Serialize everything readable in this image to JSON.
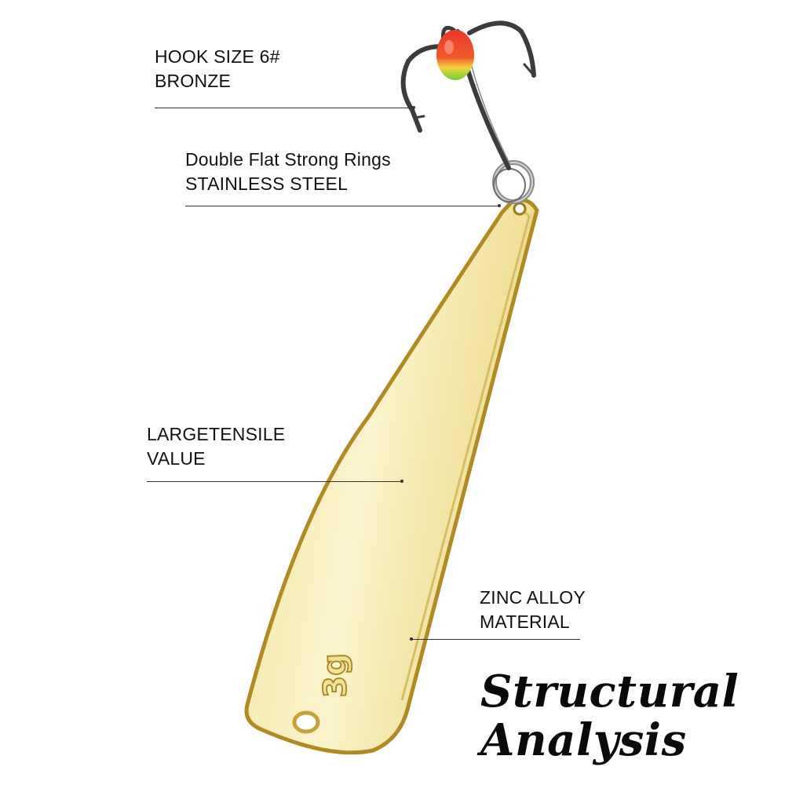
{
  "callouts": [
    {
      "line1": "HOOK SIZE 6#",
      "line2": "BRONZE"
    },
    {
      "line1": "Double Flat Strong Rings",
      "line2": "STAINLESS STEEL"
    },
    {
      "line1": "LARGETENSILE",
      "line2": "VALUE"
    },
    {
      "line1": "ZINC ALLOY",
      "line2": "MATERIAL"
    }
  ],
  "engraving": "3g",
  "title": {
    "line1": "Structural",
    "line2": "Analysis"
  },
  "icons": [
    "treble-hook-icon",
    "split-ring-icon",
    "metal-spoon-lure-icon"
  ],
  "colors": {
    "lure_gold": "#e8d88a",
    "lure_edge": "#b8962a",
    "hook_metal": "#3c3c3c",
    "bead_red": "#e8382a",
    "bead_green": "#6fcf3a",
    "text": "#111111"
  }
}
